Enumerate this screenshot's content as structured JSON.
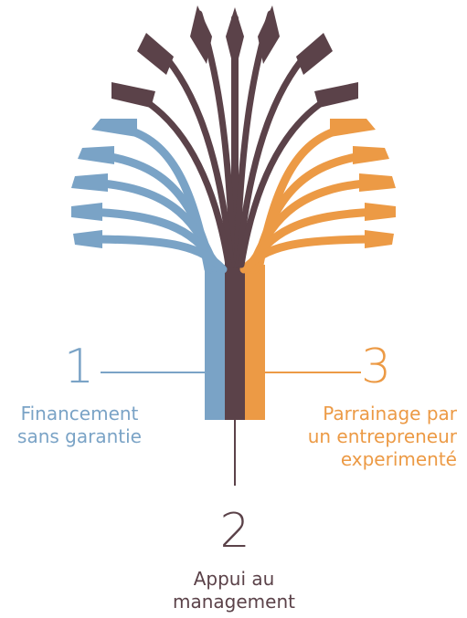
{
  "colors": {
    "blue": "#7aa3c6",
    "dark": "#5b4249",
    "orange": "#ec9a45"
  },
  "items": [
    {
      "number": "1",
      "label_line1": "Financement",
      "label_line2": "sans garantie",
      "color": "#7aa3c6"
    },
    {
      "number": "2",
      "label_line1": "Appui au",
      "label_line2": "management",
      "color": "#5b4249"
    },
    {
      "number": "3",
      "label_line1": "Parrainage par",
      "label_line2": "un entrepreneur",
      "label_line3": "experimenté",
      "color": "#ec9a45"
    }
  ]
}
